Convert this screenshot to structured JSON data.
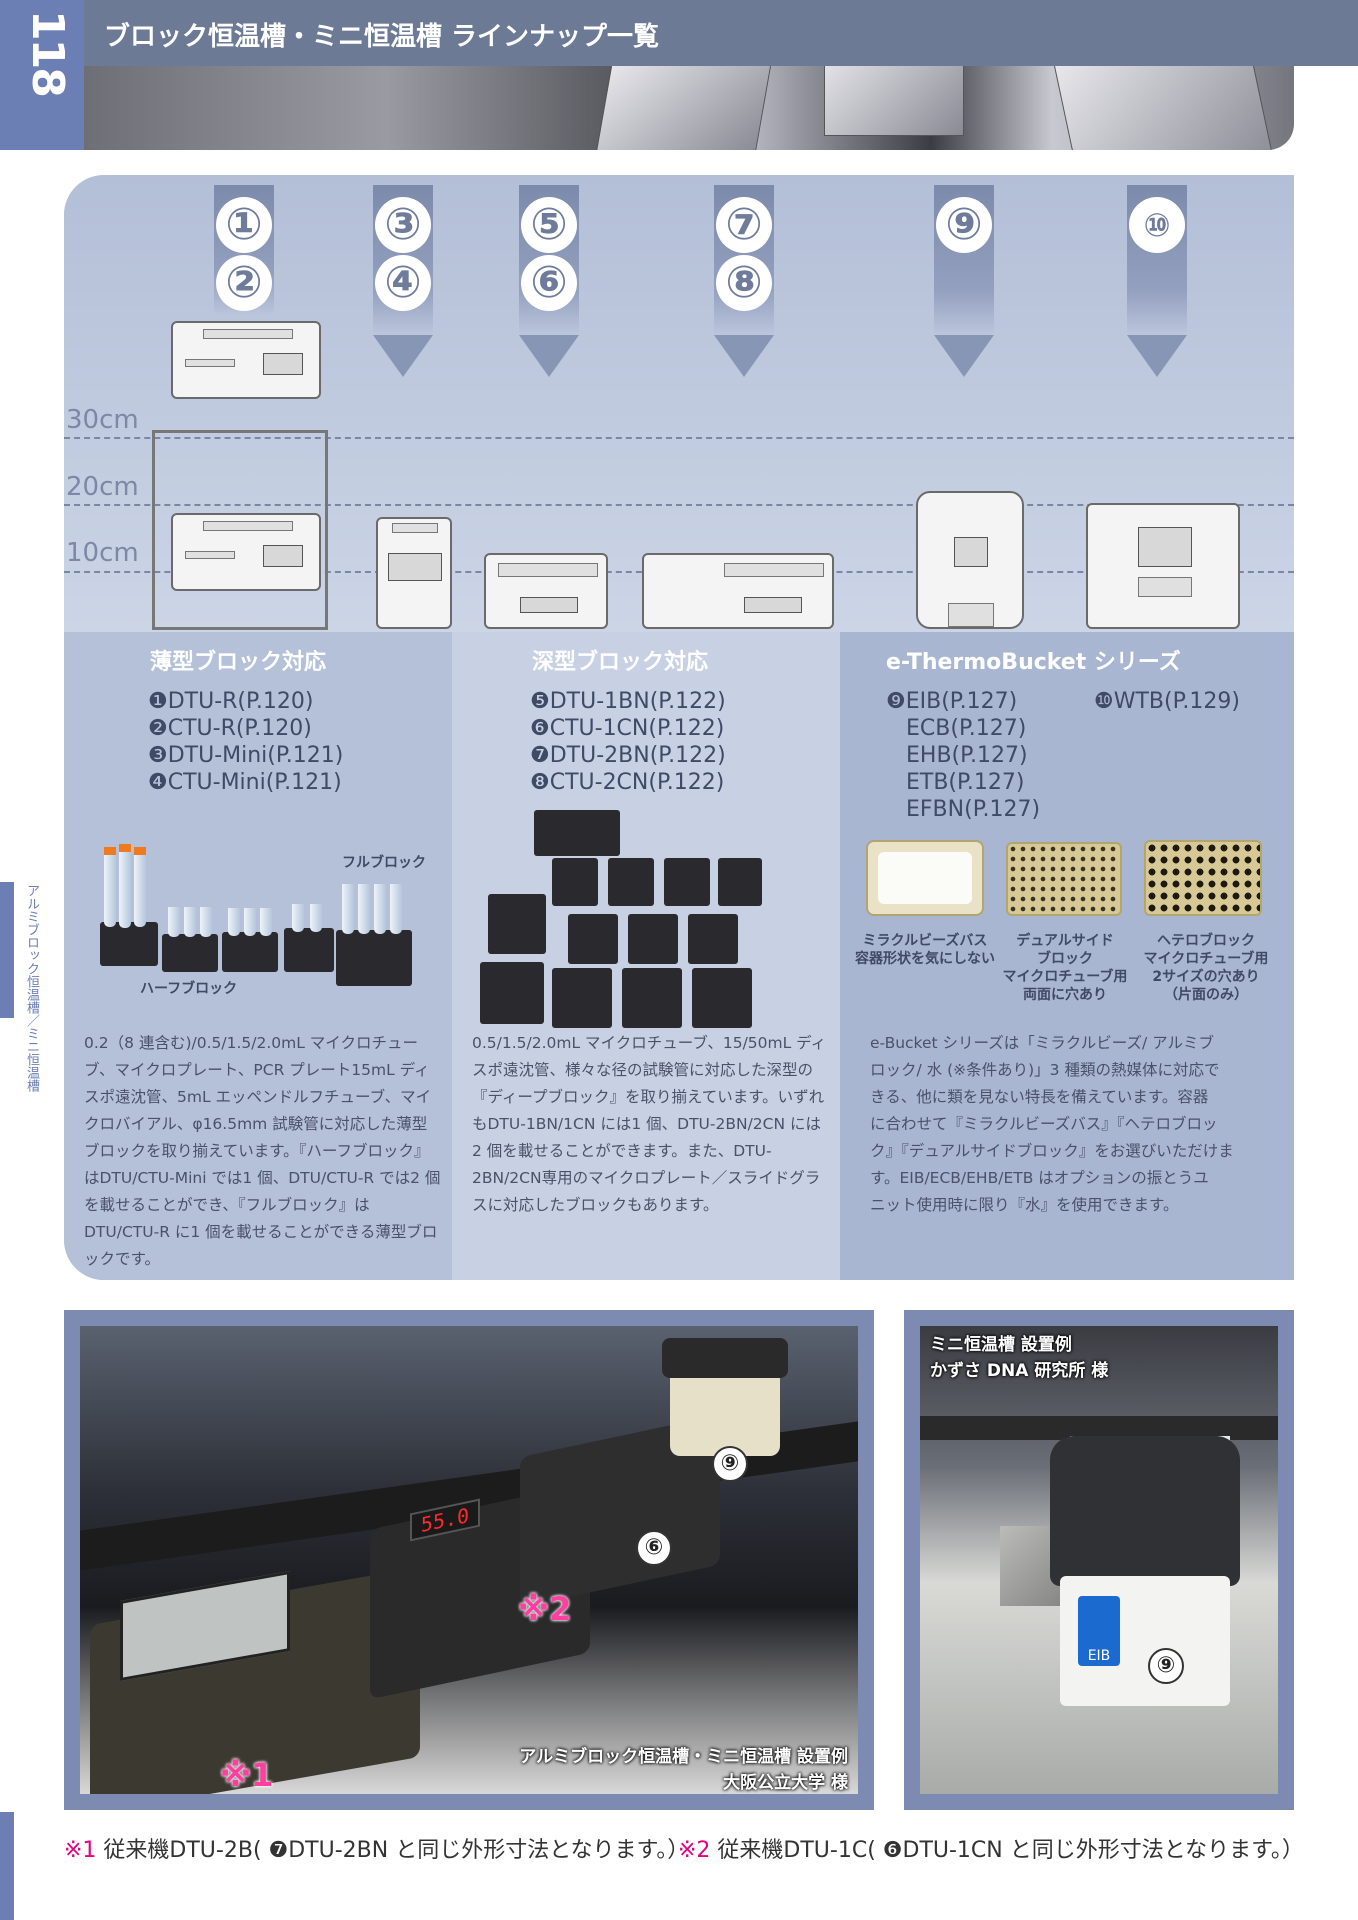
{
  "header": {
    "page_number": "118",
    "title": "ブロック恒温槽・ミニ恒温槽 ラインナップ一覧"
  },
  "side_label": "アルミブロック恒温槽／ミニ恒温槽",
  "markers": [
    "❶",
    "❷",
    "❸",
    "❹",
    "❺",
    "❻",
    "❼",
    "❽",
    "❾",
    "❿"
  ],
  "marker_groups": [
    [
      "①",
      "②"
    ],
    [
      "③",
      "④"
    ],
    [
      "⑤",
      "⑥"
    ],
    [
      "⑦",
      "⑧"
    ],
    [
      "⑨"
    ],
    [
      "⑩"
    ]
  ],
  "height_scale": [
    "30cm",
    "20cm",
    "10cm"
  ],
  "columns": {
    "thin": {
      "title": "薄型ブロック対応",
      "models": [
        "❶DTU-R(P.120)",
        "❷CTU-R(P.120)",
        "❸DTU-Mini(P.121)",
        "❹CTU-Mini(P.121)"
      ],
      "image_labels": {
        "full": "フルブロック",
        "half": "ハーフブロック"
      },
      "description": "0.2（8 連含む)/0.5/1.5/2.0mL マイクロチューブ、マイクロプレート、PCR プレート15mL ディスポ遠沈管、5mL エッペンドルフチューブ、マイクロバイアル、φ16.5mm 試験管に対応した薄型ブロックを取り揃えています。『ハーフブロック』はDTU/CTU-Mini では1 個、DTU/CTU-R では2 個を載せることができ、『フルブロック』はDTU/CTU-R に1 個を載せることができる薄型ブロックです。"
    },
    "deep": {
      "title": "深型ブロック対応",
      "models": [
        "❺DTU-1BN(P.122)",
        "❻CTU-1CN(P.122)",
        "❼DTU-2BN(P.122)",
        "❽CTU-2CN(P.122)"
      ],
      "description": "0.5/1.5/2.0mL マイクロチューブ、15/50mL ディスポ遠沈管、様々な径の試験管に対応した深型の『ディープブロック』を取り揃えています。いずれもDTU-1BN/1CN には1 個、DTU-2BN/2CN には2 個を載せることができます。また、DTU-2BN/2CN専用のマイクロプレート／スライドグラスに対応したブロックもあります。"
    },
    "bucket": {
      "title": "e-ThermoBucket シリーズ",
      "models": [
        "❾EIB(P.127)",
        "ECB(P.127)",
        "EHB(P.127)",
        "ETB(P.127)",
        "EFBN(P.127)"
      ],
      "model_right": "❿WTB(P.129)",
      "captions": [
        [
          "ミラクルビーズバス",
          "容器形状を気にしない"
        ],
        [
          "デュアルサイド",
          "ブロック",
          "マイクロチューブ用",
          "両面に穴あり"
        ],
        [
          "ヘテロブロック",
          "マイクロチューブ用",
          "2サイズの穴あり",
          "（片面のみ）"
        ]
      ],
      "description_lines": [
        "e-Bucket シリーズは「ミラクルビーズ/ アルミブ",
        "ロック/ 水 (※条件あり)」3 種類の熱媒体に対応で",
        "きる、他に類を見ない特長を備えています。容器",
        "に合わせて『ミラクルビーズバス』『ヘテロブロッ",
        "ク』『デュアルサイドブロック』をお選びいただけま",
        "す。EIB/ECB/EHB/ETB はオプションの振とうユ",
        "ニット使用時に限り『水』を使用できます。"
      ]
    }
  },
  "photo_left": {
    "caption_line1": "アルミブロック恒温槽・ミニ恒温槽 設置例",
    "caption_line2": "大阪公立大学 様",
    "badge_9": "⑨",
    "badge_6": "⑥",
    "mark_1": "※1",
    "mark_2": "※2",
    "display_value": "55.0"
  },
  "photo_right": {
    "caption_line1": "ミニ恒温槽 設置例",
    "caption_line2": "かずさ DNA 研究所 様",
    "badge_9": "⑨",
    "device_label": "EIB"
  },
  "footnotes": {
    "note1_mark": "※1",
    "note1_text": " 従来機DTU-2B( ❼DTU-2BN と同じ外形寸法となります。）",
    "note2_mark": "※2",
    "note2_text": " 従来機DTU-1C( ❻DTU-1CN と同じ外形寸法となります。）"
  },
  "colors": {
    "accent": "#6b7fb5",
    "header_band": "#6d7a95",
    "panel": "#b9c4da",
    "footnote_mark": "#e4007f",
    "mark_pink": "#ff3fa0"
  }
}
